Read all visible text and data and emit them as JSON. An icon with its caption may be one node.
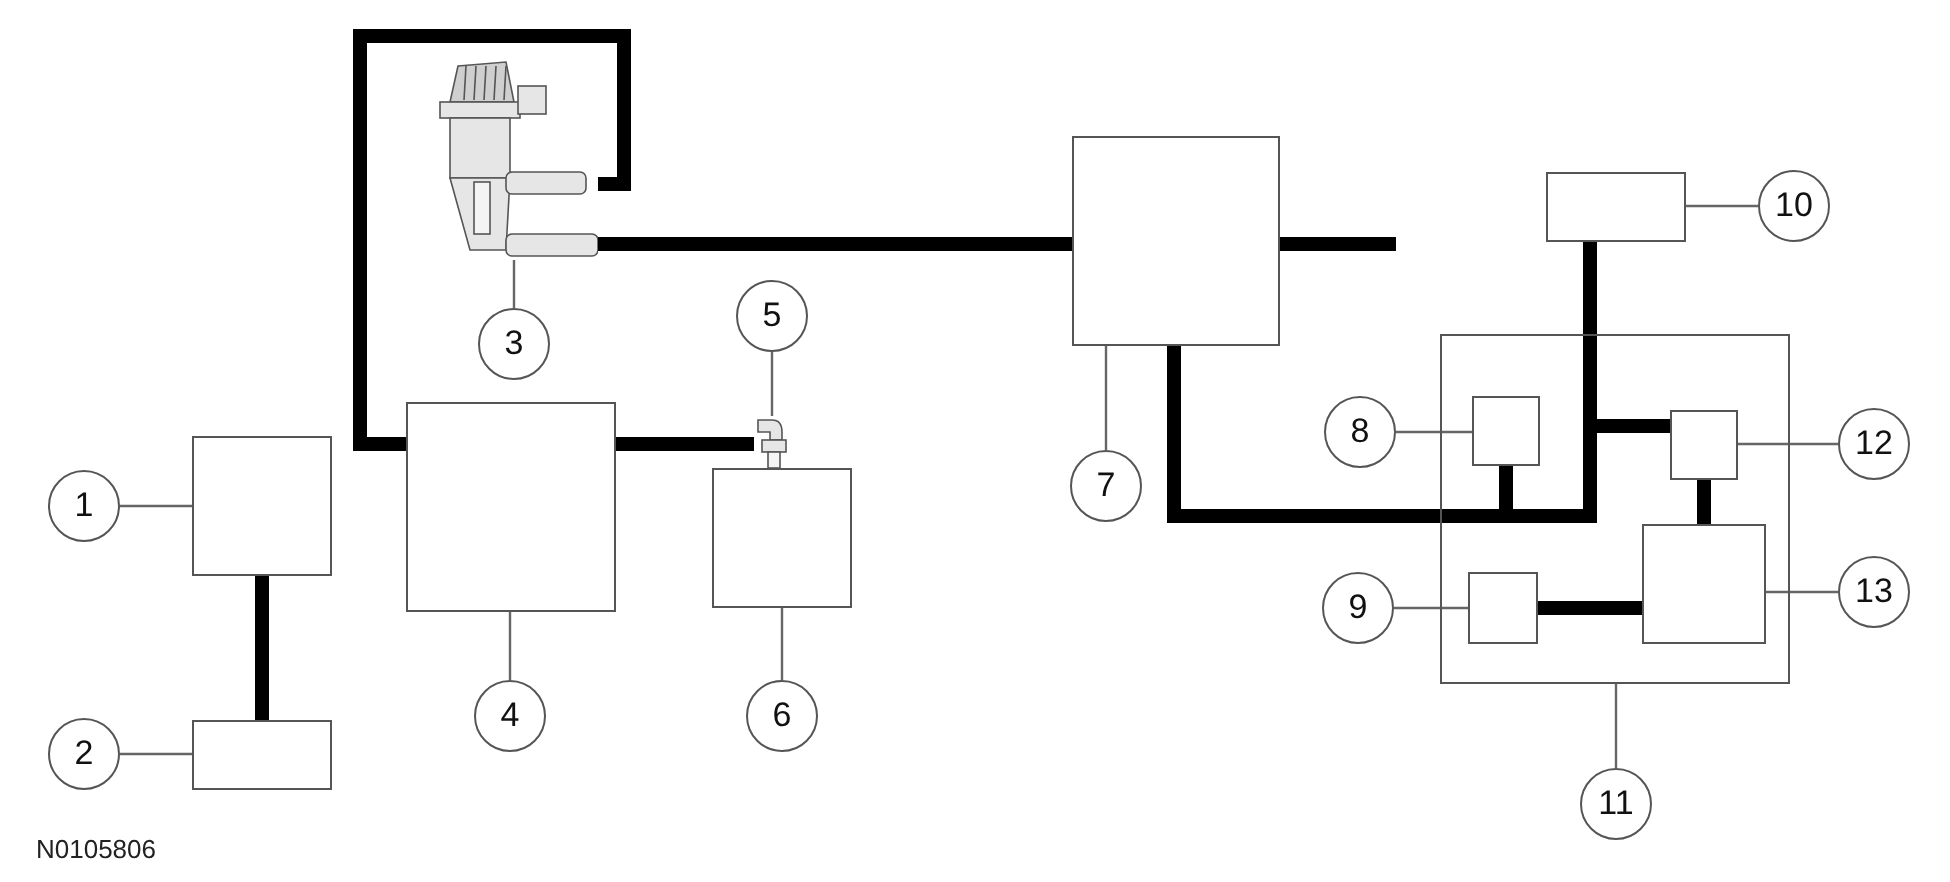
{
  "diagram": {
    "nodes": [
      {
        "text": [
          "1"
        ]
      },
      {
        "text": [],
        "shape": "box"
      },
      {
        "text": [
          "2"
        ]
      },
      {
        "text": [],
        "shape": "box"
      },
      {
        "text": [],
        "shape": "picture"
      },
      {
        "text": [
          "3"
        ]
      },
      {
        "text": [
          "5"
        ]
      },
      {
        "text": [],
        "shape": "picture"
      },
      {
        "text": [],
        "shape": "box"
      },
      {
        "text": [],
        "shape": "box"
      },
      {
        "text": [
          "4"
        ]
      },
      {
        "text": [
          "6"
        ]
      },
      {
        "text": [],
        "shape": "box"
      },
      {
        "text": [
          "7"
        ]
      },
      {
        "text": [],
        "shape": "box"
      },
      {
        "text": [
          "10"
        ]
      },
      {
        "text": [],
        "shape": "box"
      },
      {
        "text": [],
        "shape": "box",
        "in": 16
      },
      {
        "text": [],
        "shape": "box",
        "in": 16
      },
      {
        "text": [],
        "shape": "box",
        "in": 16
      },
      {
        "text": [],
        "shape": "box",
        "in": 16
      },
      {
        "text": [
          "8"
        ]
      },
      {
        "text": [
          "12"
        ]
      },
      {
        "text": [
          "9"
        ]
      },
      {
        "text": [
          "13"
        ]
      },
      {
        "text": [
          "11"
        ]
      }
    ],
    "edges": [
      {
        "from": 0,
        "to": 1,
        "arrow": "none"
      },
      {
        "from": 2,
        "to": 3,
        "arrow": "none"
      },
      {
        "from": 1,
        "to": 3,
        "arrow": "none",
        "style": "thick",
        "color": "#000000"
      },
      {
        "from": 8,
        "to": 4,
        "arrow": "none",
        "style": "thick",
        "color": "#000000"
      },
      {
        "from": 4,
        "to": 12,
        "arrow": "none",
        "style": "thick",
        "color": "#000000"
      },
      {
        "from": 12,
        "to": null,
        "arrow": "none",
        "style": "thick",
        "color": "#000000"
      },
      {
        "from": 8,
        "to": 7,
        "arrow": "none",
        "style": "thick",
        "color": "#000000"
      },
      {
        "from": 5,
        "to": 4,
        "arrow": "none"
      },
      {
        "from": 6,
        "to": 7,
        "arrow": "none"
      },
      {
        "from": 10,
        "to": 8,
        "arrow": "none"
      },
      {
        "from": 11,
        "to": 9,
        "arrow": "none"
      },
      {
        "from": 13,
        "to": 12,
        "arrow": "none"
      },
      {
        "from": 15,
        "to": 14,
        "arrow": "none"
      },
      {
        "from": 12,
        "to": 14,
        "arrow": "none",
        "style": "thick",
        "color": "#000000"
      },
      {
        "from": 12,
        "to": 17,
        "arrow": "none",
        "style": "thick",
        "color": "#000000"
      },
      {
        "from": 14,
        "to": 18,
        "arrow": "none",
        "style": "thick",
        "color": "#000000"
      },
      {
        "from": 18,
        "to": 20,
        "arrow": "none",
        "style": "thick",
        "color": "#000000"
      },
      {
        "from": 19,
        "to": 20,
        "arrow": "none",
        "style": "thick",
        "color": "#000000"
      },
      {
        "from": 21,
        "to": 17,
        "arrow": "none"
      },
      {
        "from": 22,
        "to": 18,
        "arrow": "none"
      },
      {
        "from": 23,
        "to": 19,
        "arrow": "none"
      },
      {
        "from": 24,
        "to": 20,
        "arrow": "none"
      },
      {
        "from": 25,
        "to": 16,
        "arrow": "none"
      }
    ],
    "labels": [
      "N0105806"
    ]
  }
}
